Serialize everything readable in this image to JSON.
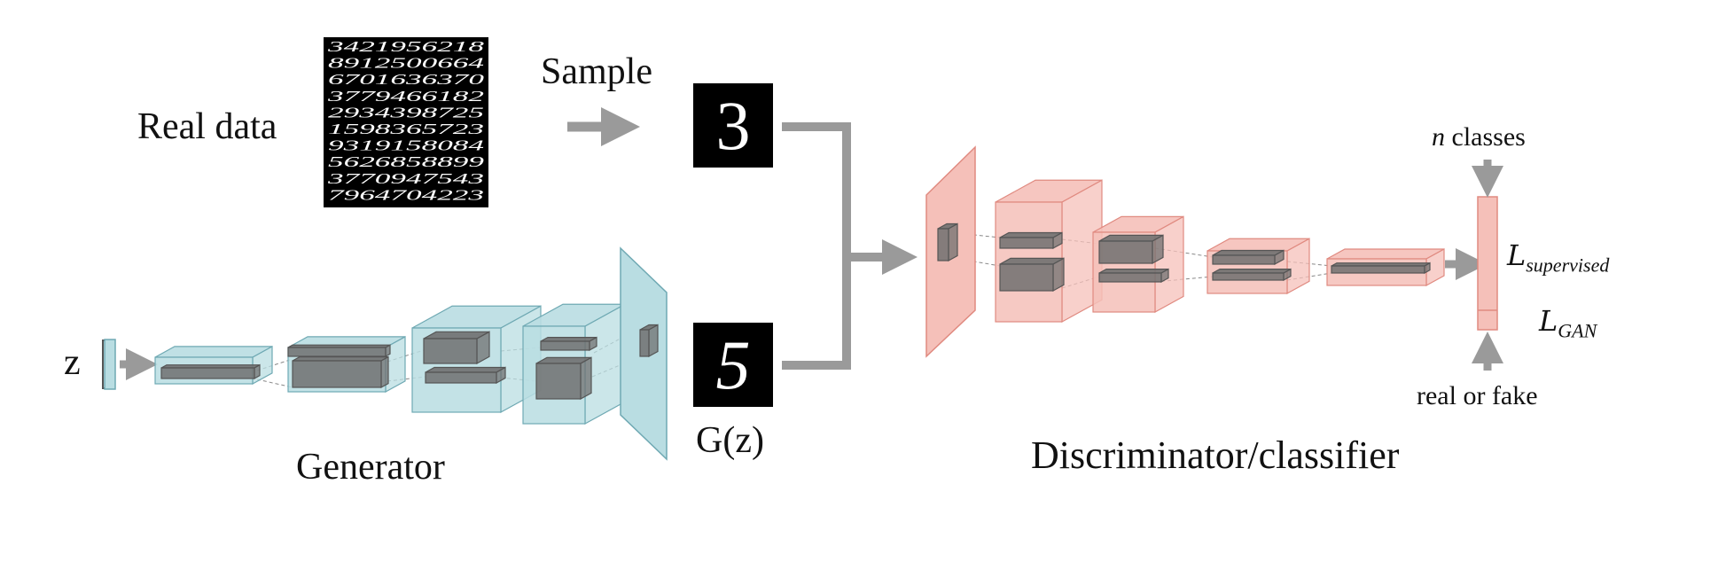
{
  "labels": {
    "real_data": "Real data",
    "sample": "Sample",
    "z": "z",
    "gz": "G(z)",
    "generator": "Generator",
    "discriminator": "Discriminator/classifier",
    "n_classes_var": "n",
    "n_classes_text": " classes",
    "real_or_fake": "real or fake",
    "loss_supervised_main": "L",
    "loss_supervised_sub": "supervised",
    "loss_gan_main": "L",
    "loss_gan_sub": "GAN"
  },
  "mnist_grid": [
    "3421956218",
    "8912500664",
    "6701636370",
    "3779466182",
    "2934398725",
    "1598365723",
    "9319158084",
    "5626858899",
    "3770947543",
    "7964704223"
  ],
  "digits": {
    "sample_digit": "3",
    "generated_digit": "5"
  },
  "colors": {
    "generator_fill": "#b9dde2",
    "generator_stroke": "#6fa9b3",
    "discriminator_fill": "#f5c0b9",
    "discriminator_stroke": "#e08a80",
    "inner_box": "#707070",
    "arrow": "#9a9a9a",
    "image_bg": "#000000",
    "image_fg": "#ffffff"
  }
}
